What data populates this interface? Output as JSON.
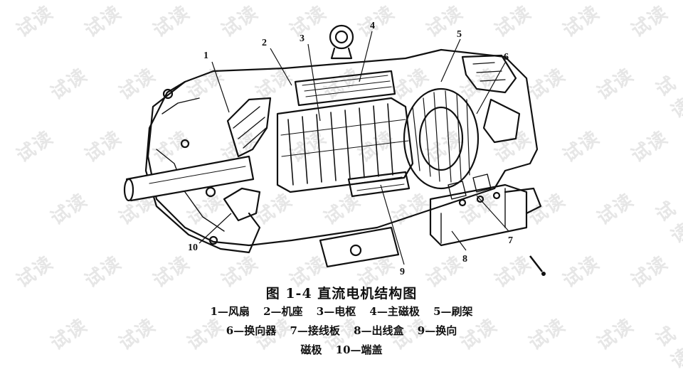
{
  "figure": {
    "title": "图 1-4   直流电机结构图",
    "legend_lines": [
      "1—风扇  2—机座  3—电枢  4—主磁极  5—刷架",
      "6—换向器  7—接线板  8—出线盒  9—换向",
      "磁极  10—端盖"
    ]
  },
  "callouts": [
    {
      "id": "1",
      "part": "风扇"
    },
    {
      "id": "2",
      "part": "机座"
    },
    {
      "id": "3",
      "part": "电枢"
    },
    {
      "id": "4",
      "part": "主磁极"
    },
    {
      "id": "5",
      "part": "刷架"
    },
    {
      "id": "6",
      "part": "换向器"
    },
    {
      "id": "7",
      "part": "接线板"
    },
    {
      "id": "8",
      "part": "出线盒"
    },
    {
      "id": "9",
      "part": "换向磁极"
    },
    {
      "id": "10",
      "part": "端盖"
    }
  ],
  "watermark": {
    "text": "试读"
  },
  "colors": {
    "ink": "#111111",
    "watermark": "#e6e6e6",
    "background": "#ffffff"
  }
}
